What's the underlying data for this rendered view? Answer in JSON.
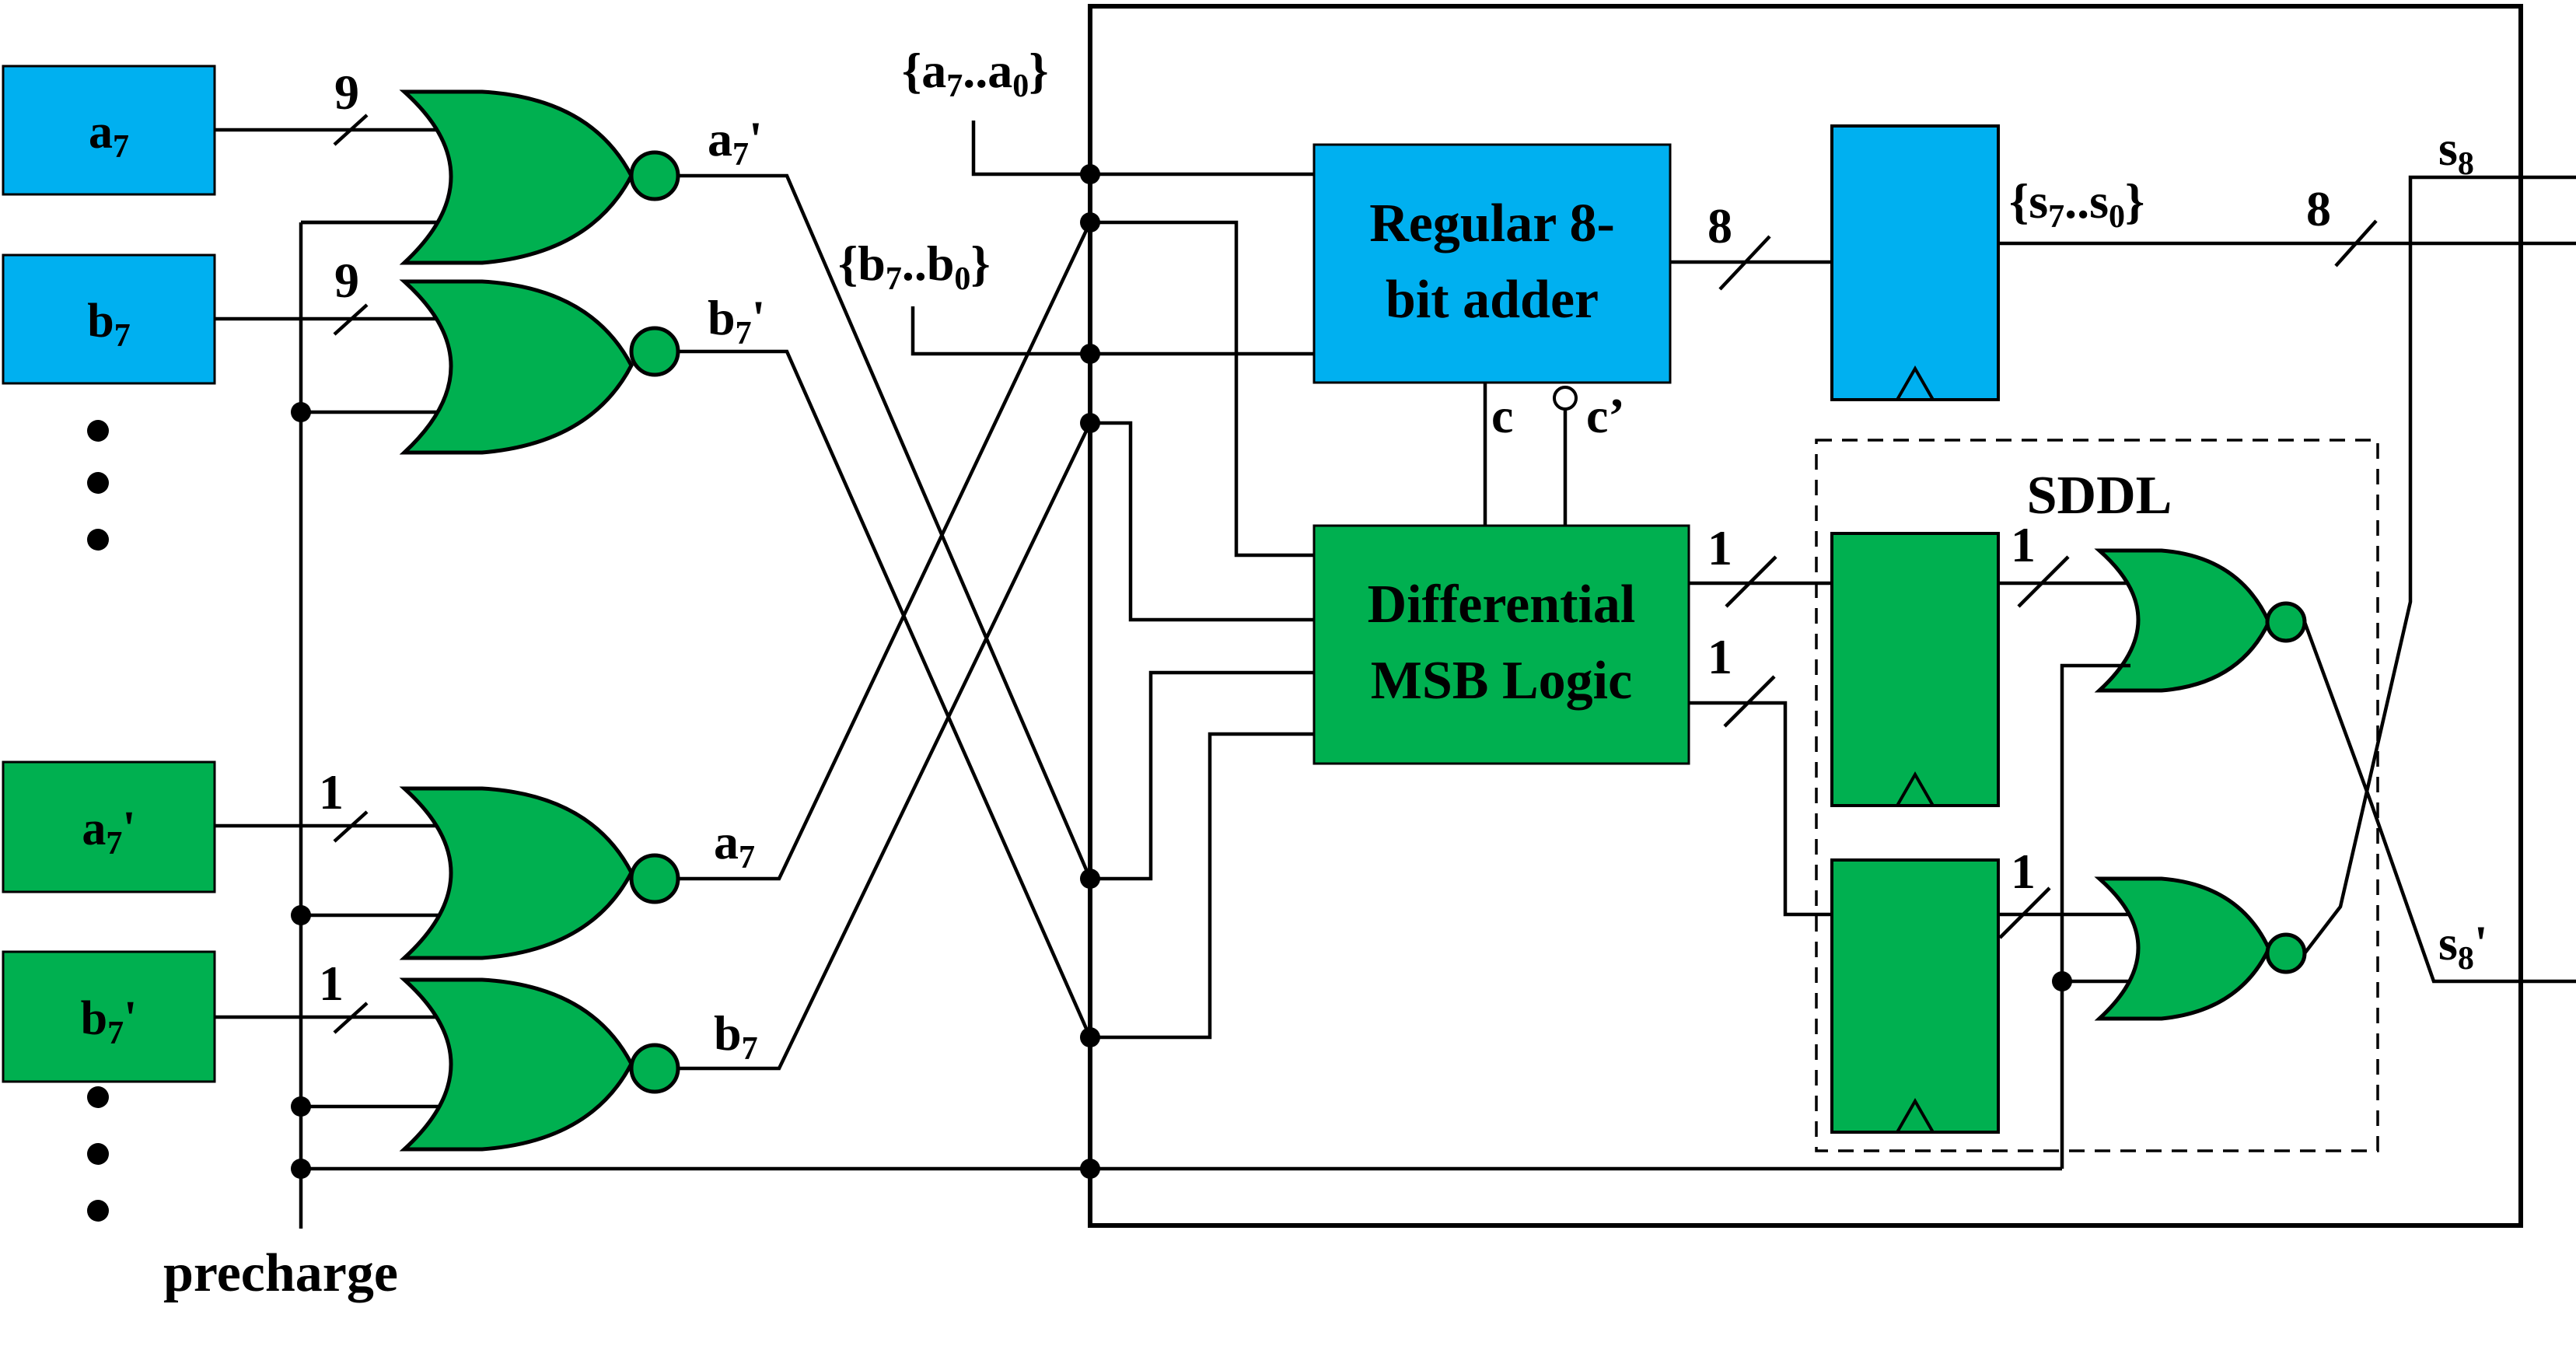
{
  "colors": {
    "blue": "#00b0f0",
    "green": "#00b050",
    "line": "#000000"
  },
  "inputs": {
    "a7": {
      "base": "a",
      "sub": "7",
      "prime": ""
    },
    "b7": {
      "base": "b",
      "sub": "7",
      "prime": ""
    },
    "a7p": {
      "base": "a",
      "sub": "7",
      "prime": "'"
    },
    "b7p": {
      "base": "b",
      "sub": "7",
      "prime": "'"
    }
  },
  "bus_widths": {
    "a7": "9",
    "b7": "9",
    "a7p": "1",
    "b7p": "1",
    "adder_out": "8",
    "sum_out": "8",
    "msb_out1": "1",
    "msb_out2": "1",
    "ff1_out": "1",
    "ff2_out": "1"
  },
  "gate_outputs": {
    "g1": {
      "base": "a",
      "sub": "7",
      "prime": "'"
    },
    "g2": {
      "base": "b",
      "sub": "7",
      "prime": "'"
    },
    "g3": {
      "base": "a",
      "sub": "7",
      "prime": ""
    },
    "g4": {
      "base": "b",
      "sub": "7",
      "prime": ""
    }
  },
  "buses": {
    "a_bus": {
      "open": "{a",
      "sub1": "7",
      "mid": "..a",
      "sub2": "0",
      "close": "}"
    },
    "b_bus": {
      "open": "{b",
      "sub1": "7",
      "mid": "..b",
      "sub2": "0",
      "close": "}"
    },
    "s_bus": {
      "open": "{s",
      "sub1": "7",
      "mid": "..s",
      "sub2": "0",
      "close": "}"
    }
  },
  "blocks": {
    "adder": {
      "line1": "Regular 8-",
      "line2": "bit adder"
    },
    "msb": {
      "line1": "Differential",
      "line2": "MSB Logic"
    },
    "sddl": "SDDL"
  },
  "carry": {
    "c": "c",
    "c_prime": "c’"
  },
  "outputs": {
    "s8": {
      "base": "s",
      "sub": "8",
      "prime": ""
    },
    "s8p": {
      "base": "s",
      "sub": "8",
      "prime": "'"
    }
  },
  "precharge": "precharge"
}
